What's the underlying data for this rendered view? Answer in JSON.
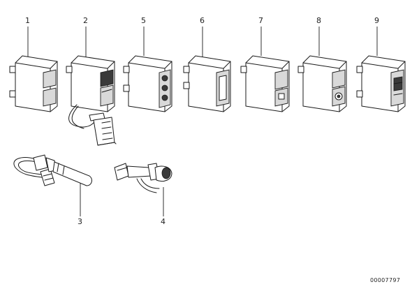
{
  "diagram": {
    "part_labels": [
      "1",
      "2",
      "5",
      "6",
      "7",
      "8",
      "9",
      "3",
      "4"
    ],
    "reference_number": "00007797"
  }
}
